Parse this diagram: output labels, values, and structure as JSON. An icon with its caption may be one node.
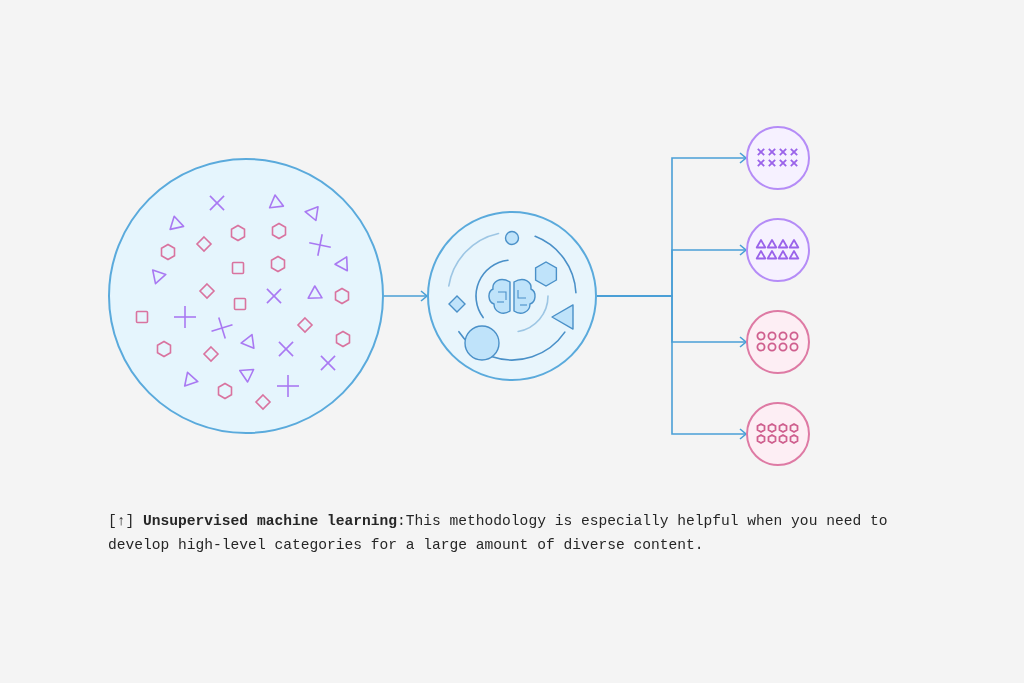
{
  "diagram": {
    "caption": "[↑] **Unsupervised machine learning**:This methodology is especially helpful when you need to develop high-level categories for a large amount of diverse content.",
    "nodes": [
      {
        "text": [],
        "shape": "circle"
      },
      {
        "text": [],
        "shape": "circle"
      },
      {
        "text": [],
        "shape": "circle"
      },
      {
        "text": [],
        "shape": "circle"
      },
      {
        "text": [],
        "shape": "circle"
      },
      {
        "text": [],
        "shape": "circle"
      }
    ],
    "edges": [
      {
        "from": 0,
        "to": 1,
        "arrow": "to"
      },
      {
        "from": 1,
        "to": 2,
        "arrow": "to"
      },
      {
        "from": 1,
        "to": 3,
        "arrow": "to"
      },
      {
        "from": 1,
        "to": 4,
        "arrow": "to"
      },
      {
        "from": 1,
        "to": 5,
        "arrow": "to"
      }
    ]
  }
}
